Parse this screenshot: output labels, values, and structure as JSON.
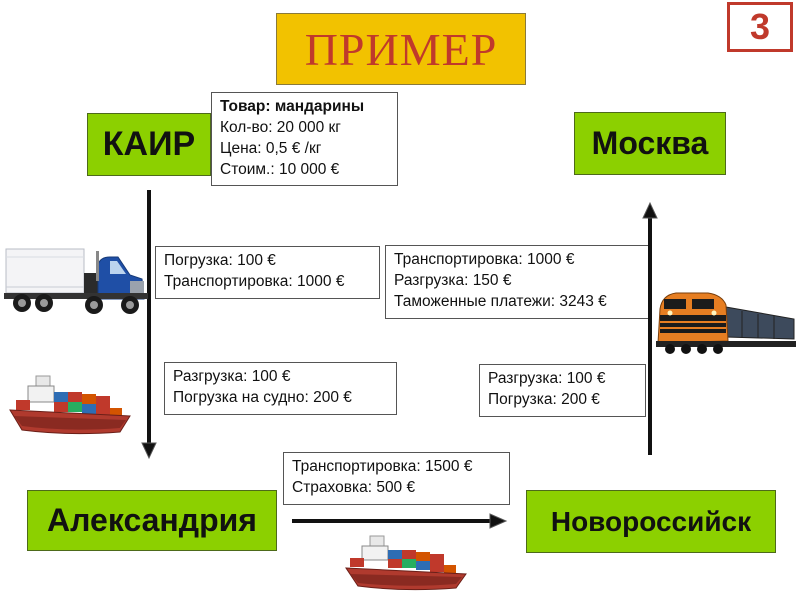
{
  "title": "ПРИМЕР",
  "slide_number": "3",
  "cities": {
    "cairo": "КАИР",
    "moscow": "Москва",
    "alexandria": "Александрия",
    "novorossiysk": "Новороссийск"
  },
  "goods": {
    "lines": [
      "Товар: мандарины",
      "Кол-во: 20 000 кг",
      "Цена: 0,5 € /кг",
      "Стоим.: 10 000 €"
    ]
  },
  "cairo_loading": {
    "lines": [
      "Погрузка: 100 €",
      "Транспортировка: 1000 €"
    ]
  },
  "alexandria_port": {
    "lines": [
      "Разгрузка: 100 €",
      "Погрузка на судно: 200 €"
    ]
  },
  "sea_transport": {
    "lines": [
      "Транспортировка: 1500 €",
      "Страховка: 500 €"
    ]
  },
  "novorossiysk_port": {
    "lines": [
      "Разгрузка: 100 €",
      "Погрузка: 200 €"
    ]
  },
  "rail_to_moscow": {
    "lines": [
      "Транспортировка: 1000 €",
      "Разгрузка: 150 €",
      "Таможенные платежи: 3243 €"
    ]
  },
  "colors": {
    "title_bg": "#f2c200",
    "title_text": "#c0392b",
    "city_bg": "#8cd000",
    "arrow": "#111111"
  },
  "icons": [
    "truck-icon",
    "cargo-ship-icon",
    "cargo-ship-icon",
    "locomotive-icon"
  ]
}
